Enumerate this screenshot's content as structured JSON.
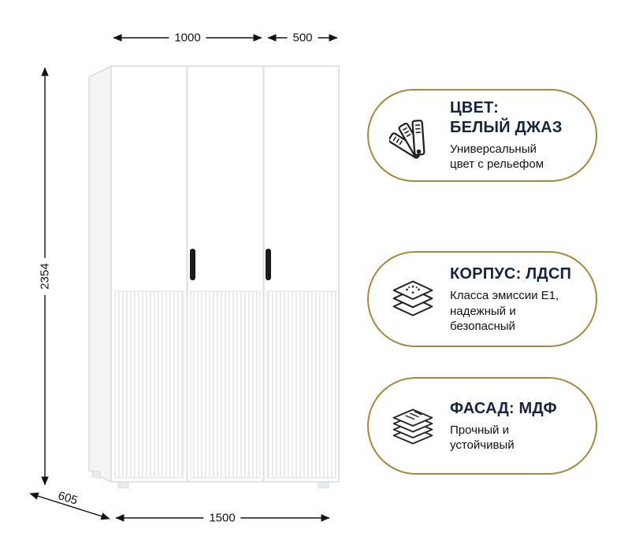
{
  "page": {
    "background": "#ffffff"
  },
  "colors": {
    "accent_gold": "#a8893c",
    "title_navy": "#15253f",
    "text_dark": "#121212",
    "dimension_text": "#141414",
    "wardrobe_outline": "#d8dcdf",
    "handle_black": "#1c1c1e"
  },
  "wardrobe": {
    "dimensions": {
      "top_left_width": "1000",
      "top_right_width": "500",
      "height": "2354",
      "depth": "605",
      "total_width": "1500"
    }
  },
  "badges": [
    {
      "icon": "color-fan-icon",
      "title_lines": [
        "ЦВЕТ:",
        "БЕЛЫЙ ДЖАЗ"
      ],
      "subtitle_lines": [
        "Универсальный",
        "цвет с рельефом"
      ]
    },
    {
      "icon": "chipboard-layers-icon",
      "title_lines": [
        "КОРПУС: ЛДСП"
      ],
      "subtitle_lines": [
        "Класса эмиссии E1,",
        "надежный и",
        "безопасный"
      ]
    },
    {
      "icon": "mdf-sheets-icon",
      "title_lines": [
        "ФАСАД: МДФ"
      ],
      "subtitle_lines": [
        "Прочный и",
        "устойчивый"
      ]
    }
  ]
}
